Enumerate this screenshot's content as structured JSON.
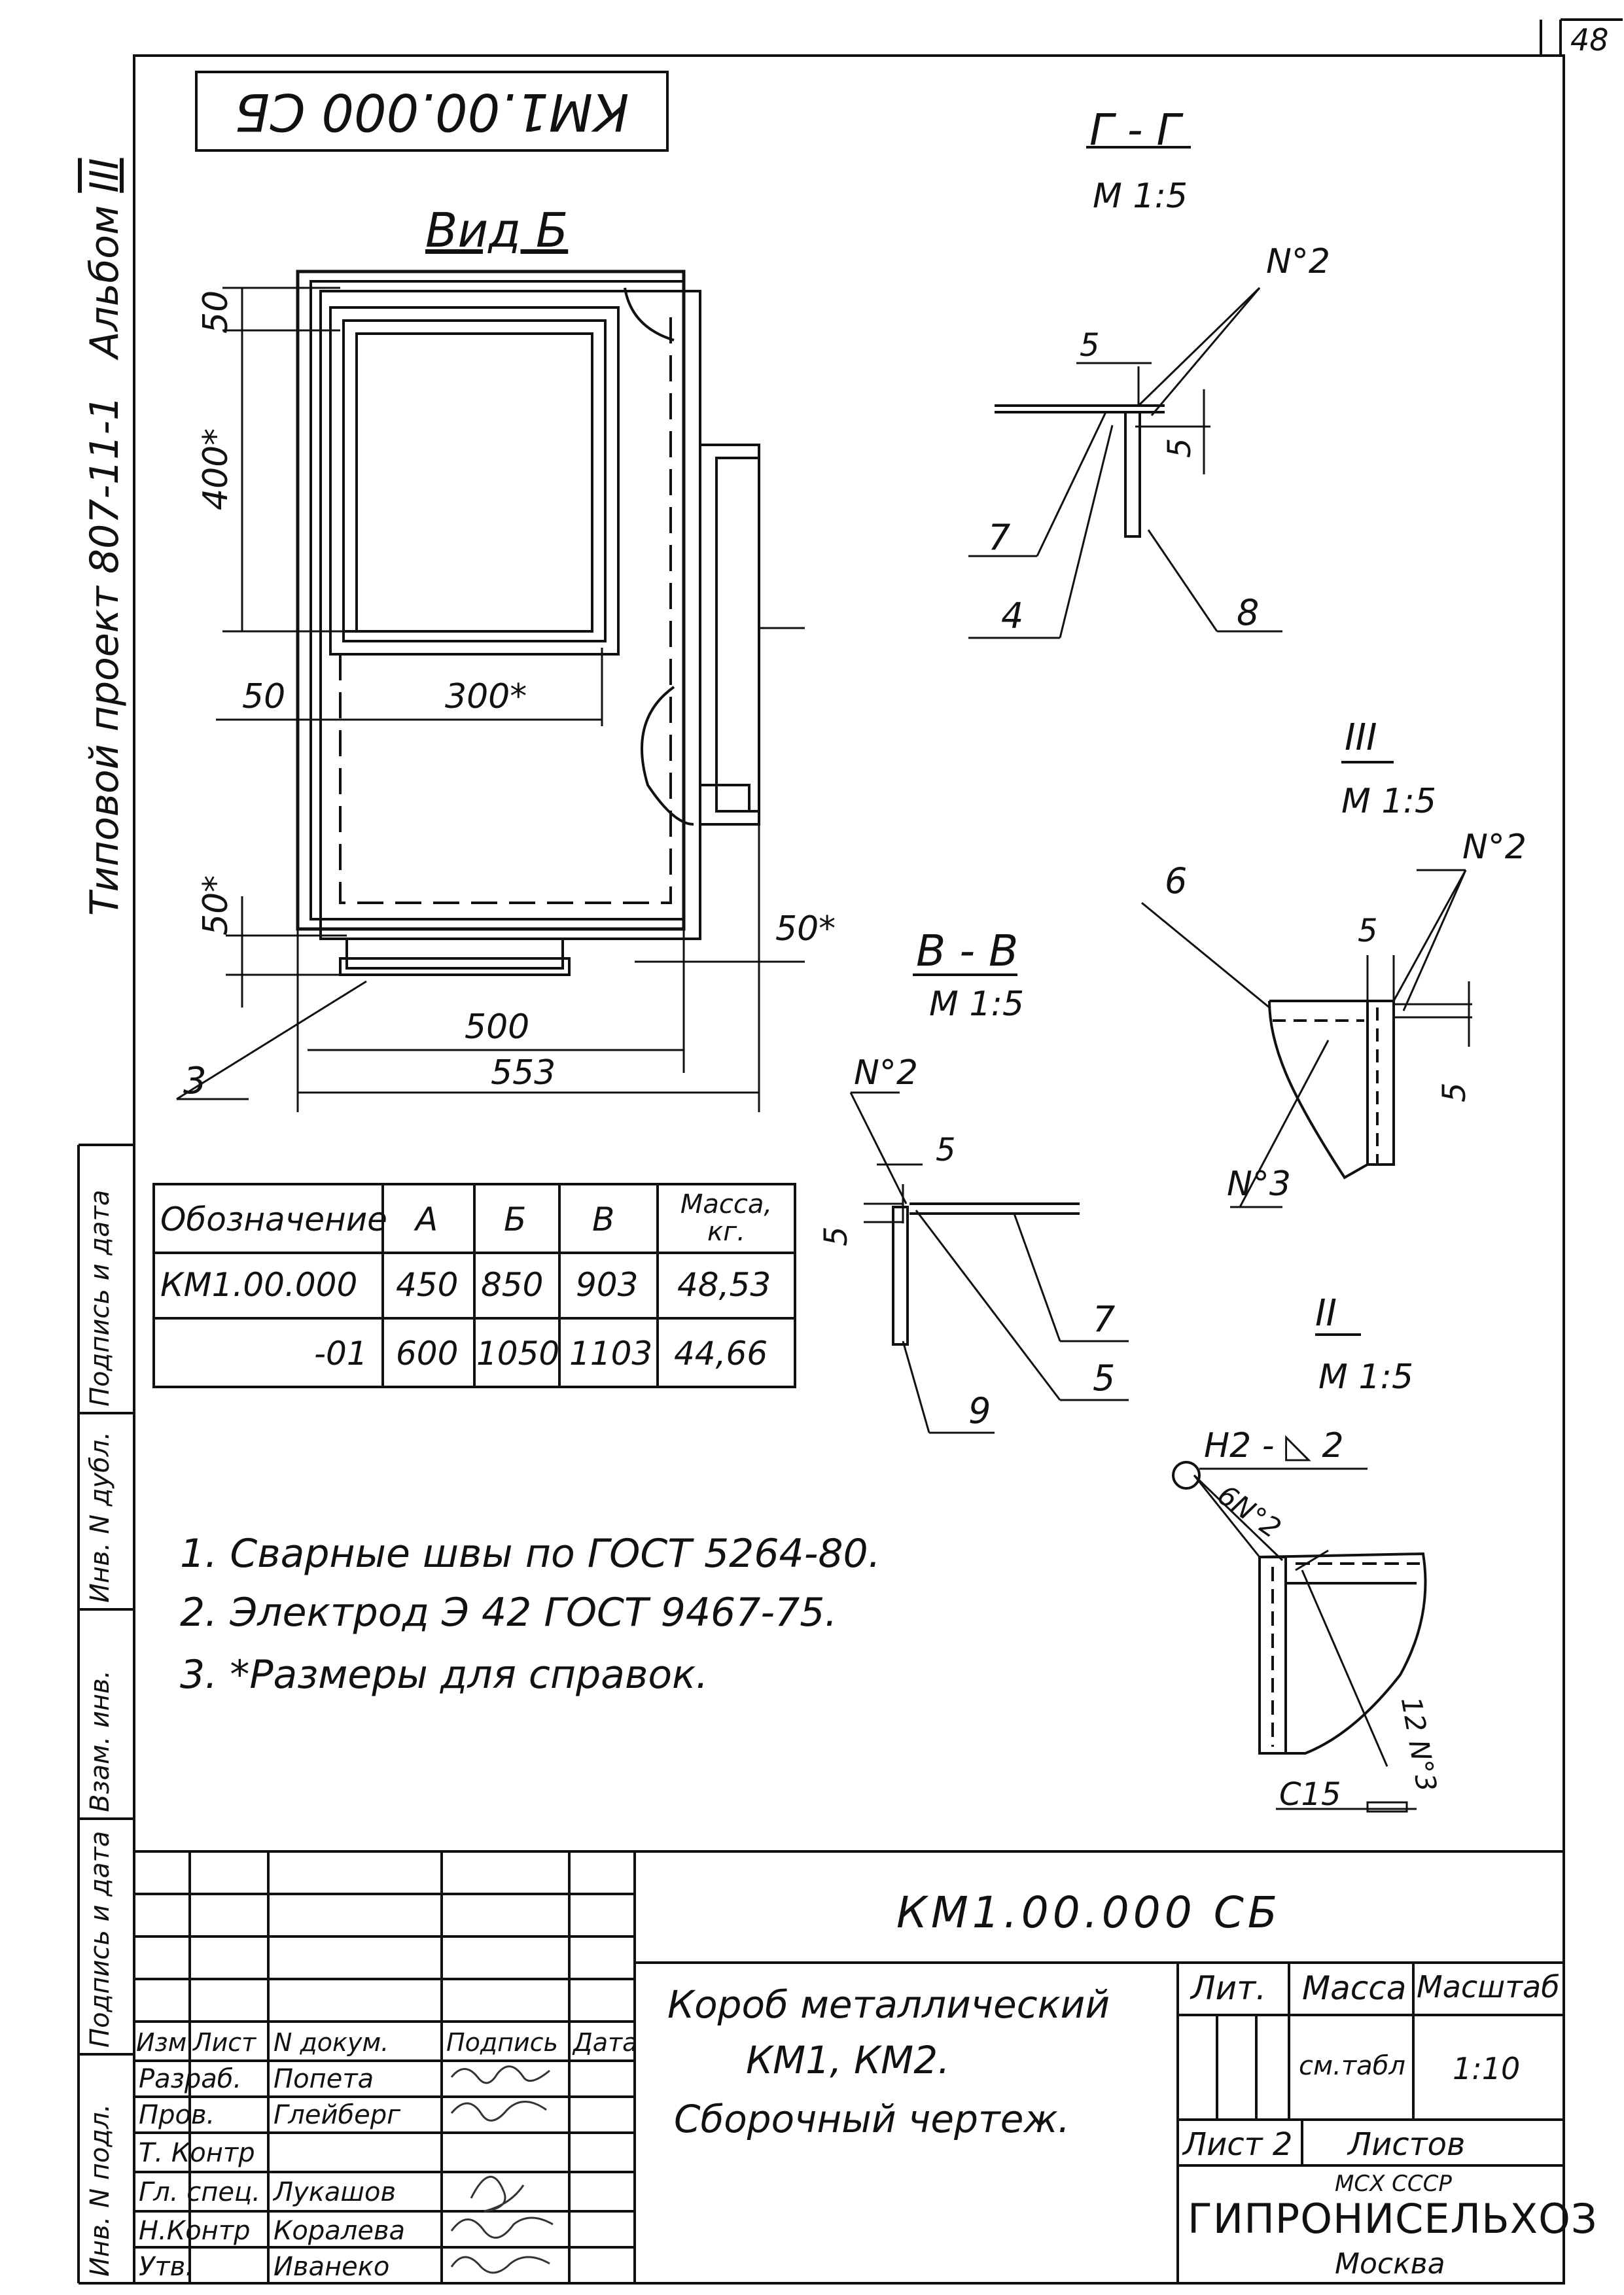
{
  "sheet": {
    "page_number": "48",
    "designation_top": "КМ1.00.000 СБ"
  },
  "side_strip": {
    "project": "Типовой проект 807-11-1",
    "album": "Альбом",
    "album_num": "III",
    "boxes": [
      "Подпись и дата",
      "Инв. N дубл.",
      "Взам. инв.",
      "Подпись и дата",
      "Инв. N подл."
    ]
  },
  "view_b": {
    "title": "Вид Б",
    "dims": {
      "d50_top": "50",
      "d400": "400*",
      "d50_left": "50",
      "d300": "300*",
      "d50_bottom": "50*",
      "d50_right": "50*",
      "d500": "500",
      "d553": "553"
    },
    "callout_3": "3"
  },
  "section_gg": {
    "title": "Г - Г",
    "scale": "М 1:5",
    "n2": "N°2",
    "d5a": "5",
    "d5b": "5",
    "p7": "7",
    "p4": "4",
    "p8": "8"
  },
  "section_vv": {
    "title": "В - В",
    "scale": "М 1:5",
    "n2": "N°2",
    "d5a": "5",
    "d5b": "5",
    "p7": "7",
    "p5": "5",
    "p9": "9"
  },
  "detail_iii": {
    "title": "III",
    "scale": "М 1:5",
    "n2": "N°2",
    "p6": "6",
    "d5a": "5",
    "d5b": "5",
    "n3": "N°3"
  },
  "detail_ii": {
    "title": "II",
    "scale": "М 1:5",
    "weld": "Н2 - ◺ 2",
    "n2": "6N°2",
    "n3": "12 N°3",
    "c15": "С15"
  },
  "table": {
    "headers": [
      "Обозначение",
      "А",
      "Б",
      "В",
      "Масса, кг."
    ],
    "rows": [
      [
        "КМ1.00.000",
        "450",
        "850",
        "903",
        "48,53"
      ],
      [
        "-01",
        "600",
        "1050",
        "1103",
        "44,66"
      ]
    ]
  },
  "notes": [
    "1. Сварные швы по ГОСТ 5264-80.",
    "2. Электрод Э 42 ГОСТ 9467-75.",
    "3. *Размеры для справок."
  ],
  "title_block": {
    "code": "КМ1.00.000 СБ",
    "name_lines": [
      "Короб металлический",
      "КМ1, КМ2.",
      "Сборочный чертеж."
    ],
    "col_headers": [
      "Изм",
      "Лист",
      "N докум.",
      "Подпись",
      "Дата"
    ],
    "roles": [
      {
        "role": "Разраб.",
        "name": "Попета"
      },
      {
        "role": "Пров.",
        "name": "Глейберг"
      },
      {
        "role": "Т. Контр",
        "name": ""
      },
      {
        "role": "Гл. спец.",
        "name": "Лукашов"
      },
      {
        "role": "Н.Контр",
        "name": "Коралева"
      },
      {
        "role": "Утв.",
        "name": "Иванеко"
      }
    ],
    "lit": "Лит.",
    "mass": "Масса",
    "scale": "Масштаб",
    "mass_val": "см.табл",
    "scale_val": "1:10",
    "sheet": "Лист 2",
    "sheets": "Листов",
    "org_top": "МСХ СССР",
    "org": "ГИПРОНИСЕЛЬХОЗ",
    "city": "Москва"
  }
}
